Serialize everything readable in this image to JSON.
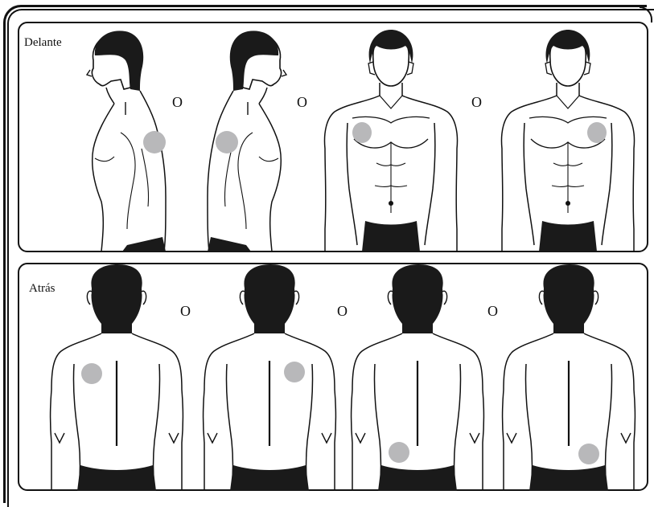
{
  "sections": {
    "front": {
      "label": "Delante"
    },
    "back": {
      "label": "Atrás"
    }
  },
  "separator": "O",
  "colors": {
    "placement_marker": "#b8b8ba",
    "hair": "#1a1a1a",
    "briefs": "#1a1a1a",
    "line": "#111111"
  }
}
